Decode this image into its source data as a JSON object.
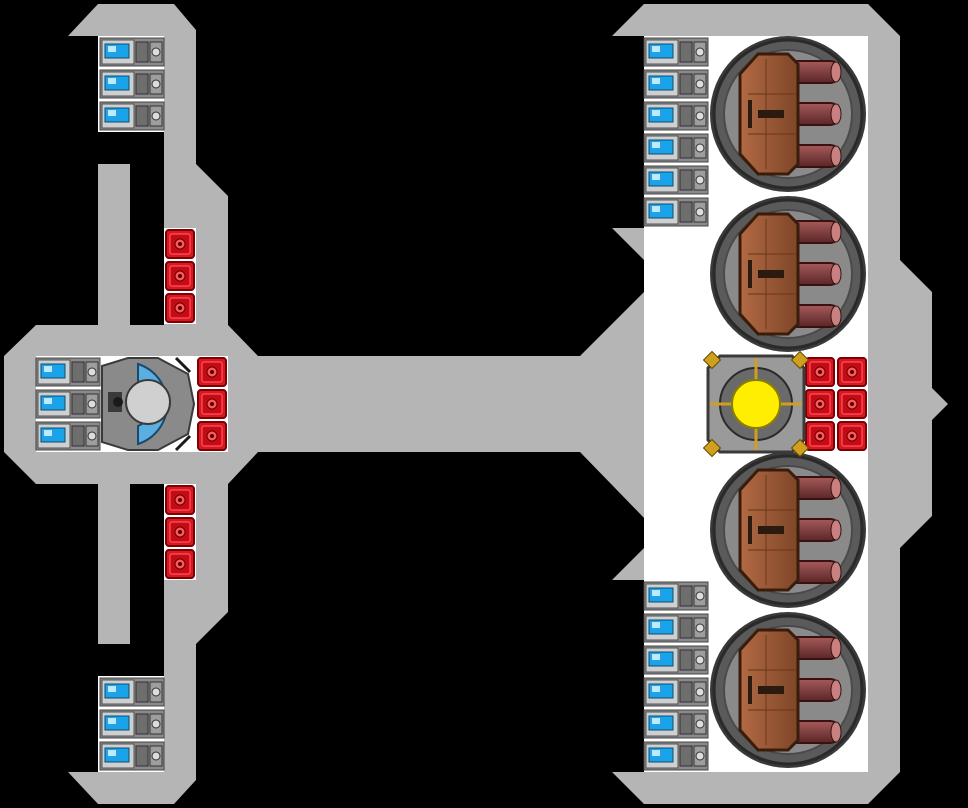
{
  "colors": {
    "background": "#000000",
    "hull": "#b5b5b5",
    "deck": "#ffffff",
    "battery_cell": "#1aa3e6",
    "battery_casing": "#7a7a7a",
    "armor_block": "#e0141e",
    "turret_wood": "#9a5a3a",
    "turret_ring": "#5a5a5a",
    "barrel": "#7a3a3a",
    "reactor_core": "#ffee00",
    "reactor_frame": "#cfa020",
    "cockpit_glass": "#5aaee0"
  },
  "modules": {
    "battery_icon": "battery-icon",
    "armor_icon": "armor-block-icon",
    "turret_icon": "cannon-turret-icon",
    "reactor_icon": "reactor-core-icon",
    "cockpit_icon": "cockpit-icon"
  },
  "counts": {
    "turrets": 4,
    "reactors": 1,
    "cockpits": 1
  }
}
